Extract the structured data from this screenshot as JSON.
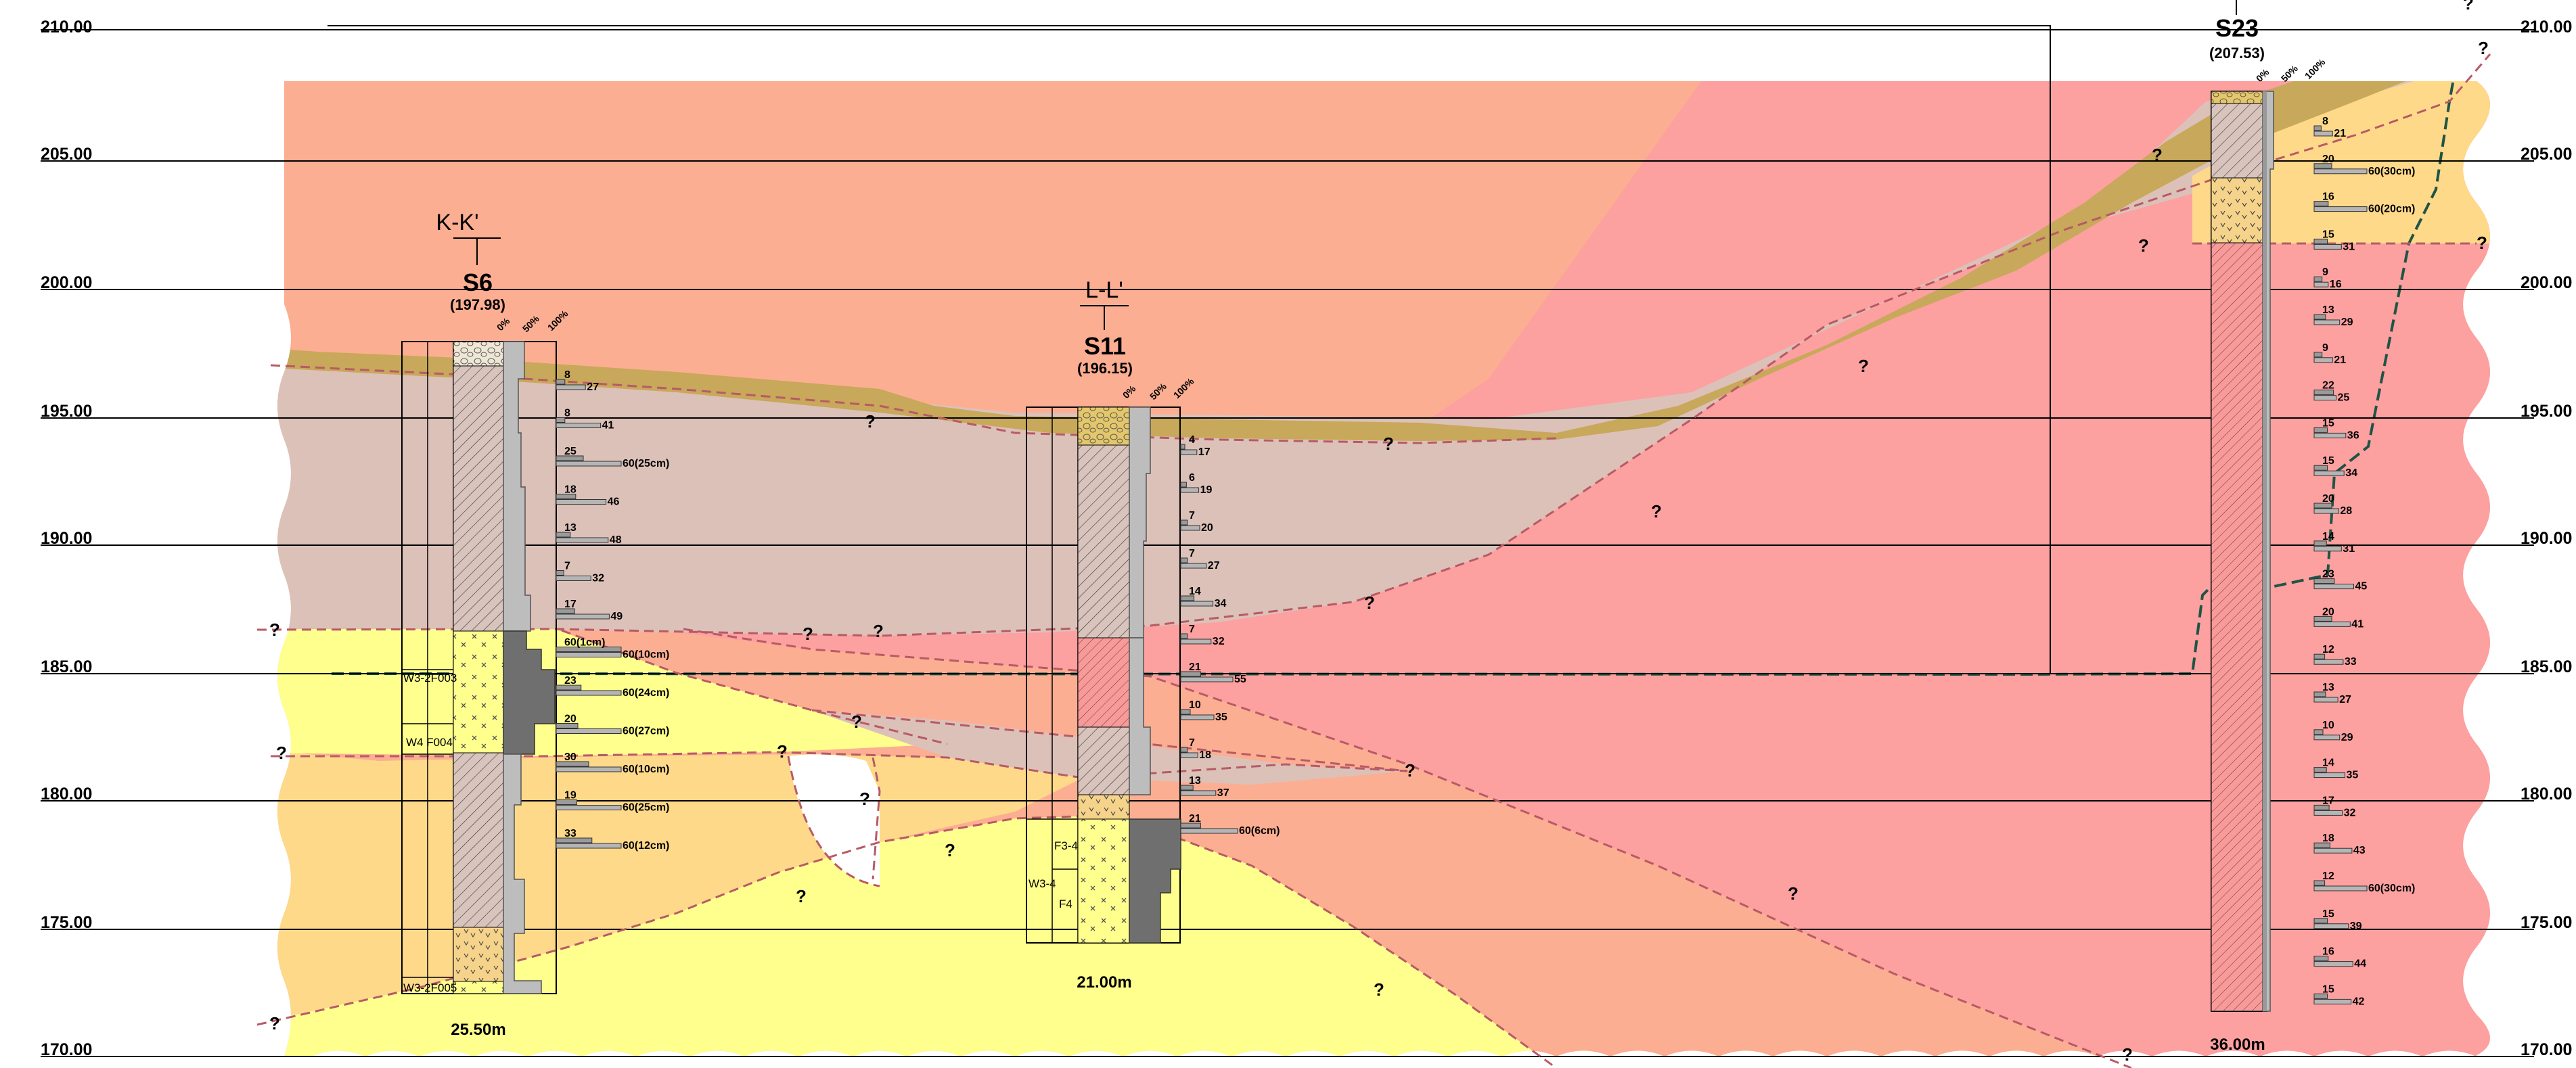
{
  "elevations": [
    "210.00",
    "205.00",
    "200.00",
    "195.00",
    "190.00",
    "185.00",
    "180.00",
    "175.00",
    "170.00"
  ],
  "sections": [
    {
      "label": "K-K'",
      "borehole": "S6",
      "elevation": "(197.98)",
      "depth": "25.50m",
      "percent": [
        "0%",
        "50%",
        "100%"
      ],
      "zones": [
        "W3-2F003",
        "W4 F004",
        "W3-2F005"
      ]
    },
    {
      "label": "L-L'",
      "borehole": "S11",
      "elevation": "(196.15)",
      "depth": "21.00m",
      "percent": [
        "0%",
        "50%",
        "100%"
      ],
      "zones": [
        "F3-4",
        "W3-4",
        "F4"
      ]
    },
    {
      "label": "",
      "borehole": "S23",
      "elevation": "(207.53)",
      "depth": "36.00m",
      "percent": [
        "0%",
        "50%",
        "100%"
      ],
      "zones": []
    }
  ],
  "spt_s6": [
    "8",
    "27",
    "8",
    "41",
    "25",
    "60(25cm)",
    "18",
    "46",
    "13",
    "48",
    "7",
    "32",
    "17",
    "49",
    "60(1cm)",
    "60(10cm)",
    "23",
    "60(24cm)",
    "20",
    "60(27cm)",
    "30",
    "60(10cm)",
    "19",
    "60(25cm)",
    "33",
    "60(12cm)"
  ],
  "spt_s11": [
    "4",
    "17",
    "6",
    "19",
    "7",
    "20",
    "7",
    "27",
    "14",
    "34",
    "7",
    "32",
    "21",
    "55",
    "10",
    "35",
    "7",
    "18",
    "13",
    "37",
    "21",
    "60(6cm)"
  ],
  "spt_s23": [
    "8",
    "21",
    "20",
    "60(30cm)",
    "16",
    "60(20cm)",
    "15",
    "31",
    "9",
    "16",
    "13",
    "29",
    "9",
    "21",
    "22",
    "25",
    "15",
    "36",
    "15",
    "34",
    "20",
    "28",
    "14",
    "31",
    "23",
    "45",
    "20",
    "41",
    "12",
    "33",
    "13",
    "27",
    "10",
    "29",
    "14",
    "35",
    "17",
    "32",
    "18",
    "43",
    "12",
    "60(30cm)",
    "15",
    "39",
    "16",
    "44",
    "15",
    "42"
  ],
  "question_mark": "?",
  "colors": {
    "fill_layer": "#c8a85a",
    "weathered_soil": "#dcc1b9",
    "weathered_rock": "#fca0a0",
    "soft_rock": "#fcae92",
    "sand_layer_orange": "#fed98a",
    "sand_layer_yellow": "#ffff8e",
    "boundary": "#b85a66",
    "water_table": "#1f5446"
  }
}
